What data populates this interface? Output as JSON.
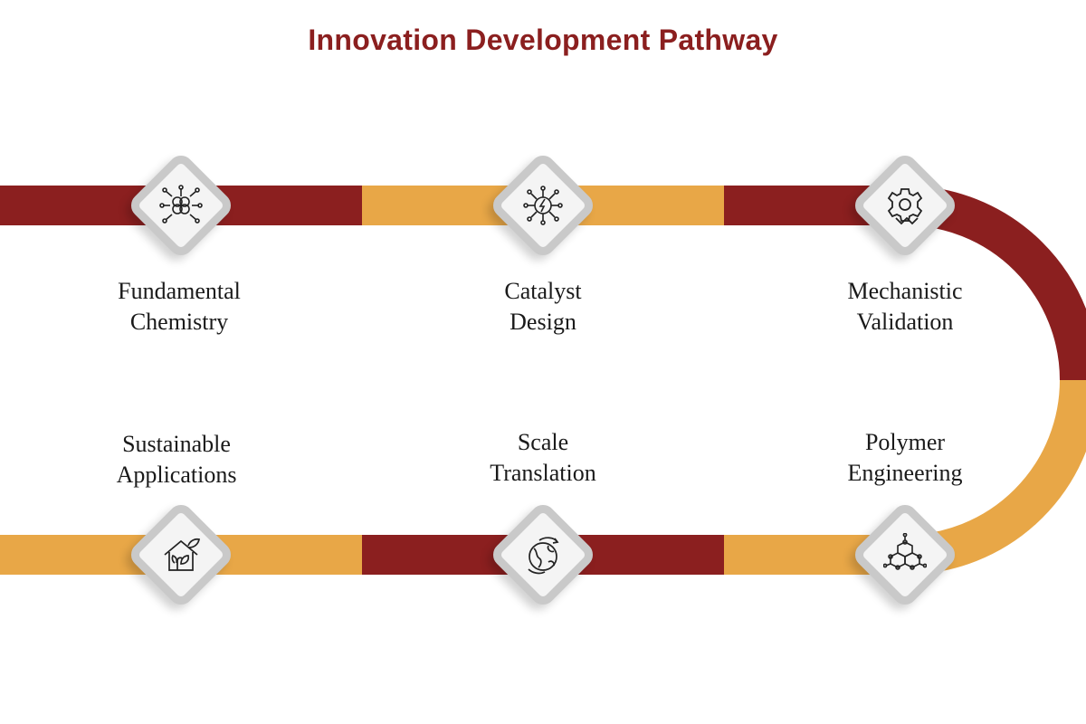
{
  "title": "Innovation Development Pathway",
  "colors": {
    "red": "#8b1f1f",
    "amber": "#e8a747",
    "title": "#8b1f1f"
  },
  "steps": [
    {
      "line1": "Fundamental",
      "line2": "Chemistry",
      "icon": "molecule-cluster-icon"
    },
    {
      "line1": "Catalyst",
      "line2": "Design",
      "icon": "energy-network-icon"
    },
    {
      "line1": "Mechanistic",
      "line2": "Validation",
      "icon": "gear-check-icon"
    },
    {
      "line1": "Polymer",
      "line2": "Engineering",
      "icon": "hexagon-molecule-icon"
    },
    {
      "line1": "Scale",
      "line2": "Translation",
      "icon": "globe-arrows-icon"
    },
    {
      "line1": "Sustainable",
      "line2": "Applications",
      "icon": "eco-house-icon"
    }
  ]
}
